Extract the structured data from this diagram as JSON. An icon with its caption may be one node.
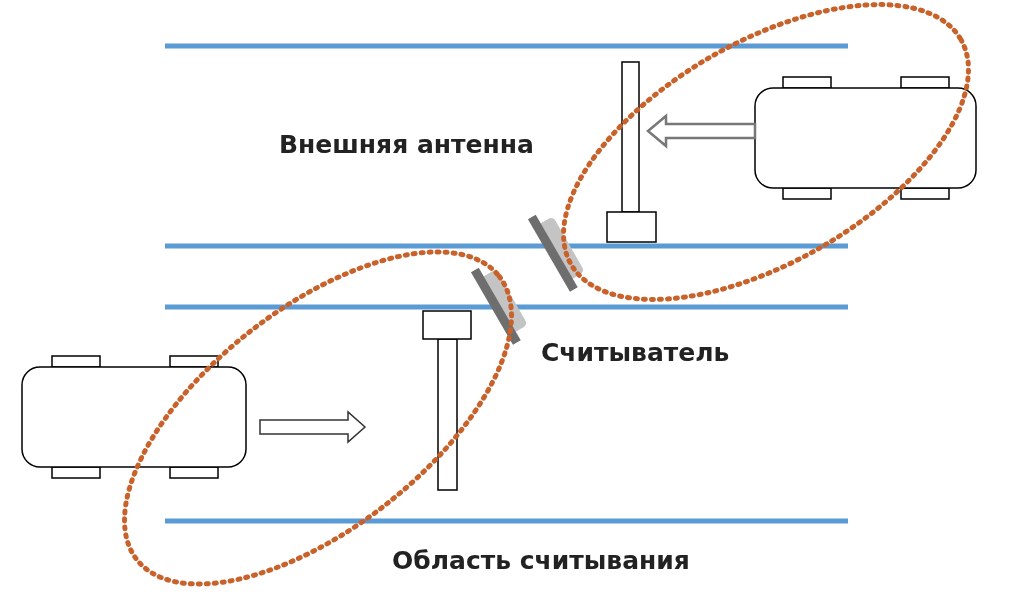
{
  "diagram": {
    "labels": [
      "Внешняя антенна",
      "Считыватель",
      "Область считывания"
    ]
  }
}
